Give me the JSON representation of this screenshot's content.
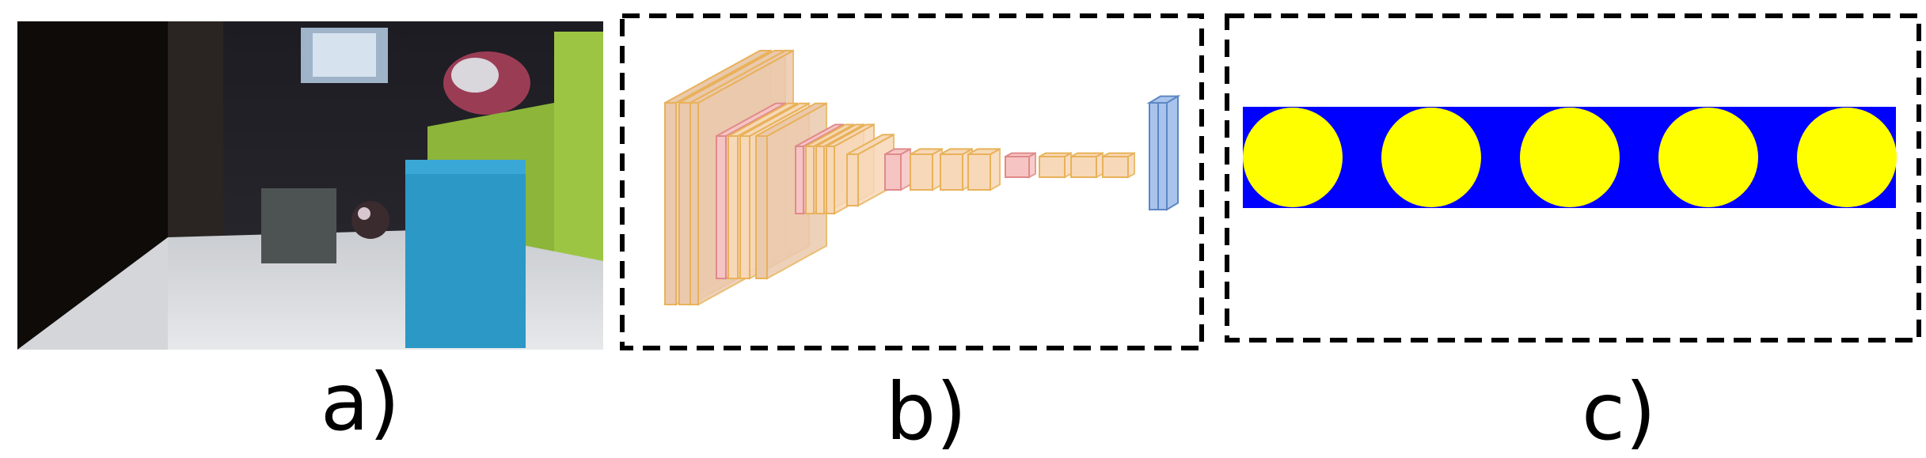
{
  "panels": {
    "a": {
      "label": "a)"
    },
    "b": {
      "label": "b)"
    },
    "c": {
      "label": "c)",
      "circle_count": 5
    }
  },
  "colors": {
    "frame_dash": "#000000",
    "conv_fill": "#f7d8b8",
    "conv_stroke": "#e8b25a",
    "conv_big_fill": "#ebc9ad",
    "pool_fill": "#f6c5c3",
    "pool_stroke": "#e08a8a",
    "fc_fill": "#a9c4ec",
    "fc_stroke": "#5d86c4",
    "bar_fill": "#0000ff",
    "circle_fill": "#ffff00"
  }
}
